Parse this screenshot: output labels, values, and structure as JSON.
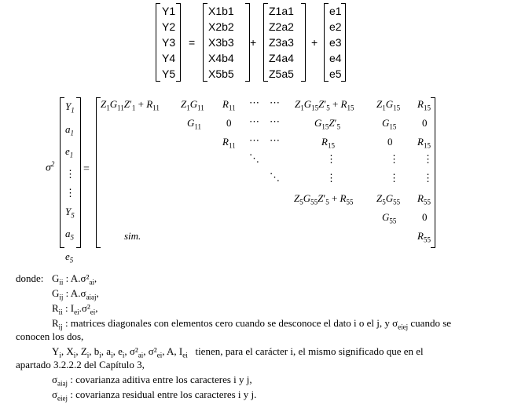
{
  "equation1": {
    "y": [
      "Y1",
      "Y2",
      "Y3",
      "Y4",
      "Y5"
    ],
    "xb": [
      "X1b1",
      "X2b2",
      "X3b3",
      "X4b4",
      "X5b5"
    ],
    "za": [
      "Z1a1",
      "Z2a2",
      "Z3a3",
      "Z4a4",
      "Z5a5"
    ],
    "e": [
      "e1",
      "e2",
      "e3",
      "e4",
      "e5"
    ],
    "eq": "=",
    "plus": "+"
  },
  "equation2": {
    "sigma": "σ",
    "sigma_exp": "2",
    "vector": [
      [
        "Y",
        "1"
      ],
      [
        "a",
        "1"
      ],
      [
        "e",
        "1"
      ],
      [
        "⋮",
        ""
      ],
      [
        "⋮",
        ""
      ],
      [
        "Y",
        "5"
      ],
      [
        "a",
        "5"
      ],
      [
        "e",
        "5"
      ]
    ],
    "eq": "=",
    "sim": "sim."
  },
  "legend": {
    "donde": "donde:",
    "gii": [
      [
        "G",
        "ii"
      ],
      [
        " : A.σ²",
        "ai"
      ],
      [
        ",",
        ""
      ]
    ],
    "gij": [
      [
        "G",
        "ij"
      ],
      [
        " : A.σ",
        "aiaj"
      ],
      [
        ",",
        ""
      ]
    ],
    "rii": [
      [
        "R",
        "ii"
      ],
      [
        " : I",
        "ei"
      ],
      [
        ".σ²",
        "ei"
      ],
      [
        ",",
        ""
      ]
    ],
    "rij_line1": "R",
    "rij_sub": "ij",
    "rij_text": ": matrices diagonales con elementos cero cuando se desconoce el dato i o el j, y σ",
    "rij_sub2": "eiej",
    "rij_tail": " cuando se",
    "rij_line2": "conocen los dos,",
    "yi_line1": "Y",
    "yi_line1_rest": "tienen, para el carácter i, el mismo significado que en el",
    "yi_line2": "apartado 3.2.2.2 del Capítulo 3,",
    "saiaj": "σ",
    "saiaj_sub": "aiaj",
    "saiaj_text": " : covarianza aditiva entre los caracteres i y j,",
    "seiej": "σ",
    "seiej_sub": "eiej",
    "seiej_text": " : covarianza residual entre los caracteres i y j."
  }
}
